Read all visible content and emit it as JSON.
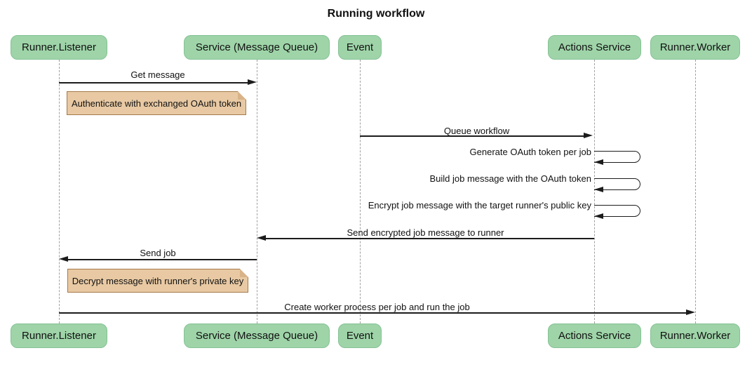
{
  "title": "Running workflow",
  "participants": [
    {
      "label": "Runner.Listener"
    },
    {
      "label": "Service (Message Queue)"
    },
    {
      "label": "Event"
    },
    {
      "label": "Actions Service"
    },
    {
      "label": "Runner.Worker"
    }
  ],
  "messages": [
    {
      "label": "Get message",
      "from": "Runner.Listener",
      "to": "Service (Message Queue)",
      "direction": "right"
    },
    {
      "label": "Queue workflow",
      "from": "Event",
      "to": "Actions Service",
      "direction": "right"
    },
    {
      "label": "Generate OAuth token per job",
      "from": "Actions Service",
      "to": "Actions Service",
      "direction": "self"
    },
    {
      "label": "Build job message with the OAuth token",
      "from": "Actions Service",
      "to": "Actions Service",
      "direction": "self"
    },
    {
      "label": "Encrypt job message with the target runner's public key",
      "from": "Actions Service",
      "to": "Actions Service",
      "direction": "self"
    },
    {
      "label": "Send encrypted job message to runner",
      "from": "Actions Service",
      "to": "Service (Message Queue)",
      "direction": "left"
    },
    {
      "label": "Send job",
      "from": "Service (Message Queue)",
      "to": "Runner.Listener",
      "direction": "left"
    },
    {
      "label": "Create worker process per job and run the job",
      "from": "Runner.Listener",
      "to": "Runner.Worker",
      "direction": "right"
    }
  ],
  "notes": [
    {
      "label": "Authenticate with exchanged OAuth token",
      "right_of": "Runner.Listener"
    },
    {
      "label": "Decrypt message with runner's private key",
      "right_of": "Runner.Listener"
    }
  ],
  "colors": {
    "participant_fill": "#9ed4a8",
    "participant_border": "#86c295",
    "note_fill": "#e8c9a3",
    "note_border": "#a6794a",
    "lifeline": "#a0a0a0",
    "line": "#1c1c1c",
    "background": "#ffffff"
  }
}
